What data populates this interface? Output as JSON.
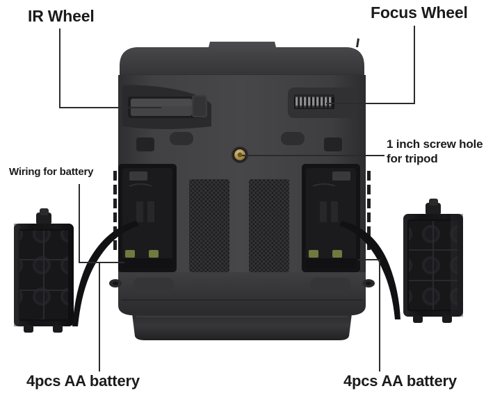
{
  "figure": {
    "title": "Night vision binocular rear view with battery compartments",
    "background_color": "#ffffff",
    "label_color": "#1b1b1b",
    "leader_line_color": "#2b2b2b"
  },
  "callouts": {
    "ir_wheel": {
      "text": "IR Wheel"
    },
    "focus_wheel": {
      "text": "Focus Wheel"
    },
    "screw_hole_line1": {
      "text": "1 inch screw hole"
    },
    "screw_hole_line2": {
      "text": "for tripod"
    },
    "wiring": {
      "text": "Wiring for battery"
    },
    "battery_left": {
      "text": "4pcs AA battery"
    },
    "battery_right": {
      "text": "4pcs AA battery"
    }
  },
  "device": {
    "body_color": "#3a3a3c",
    "body_color_dark": "#232325",
    "body_color_light": "#4a4a4d",
    "recess_color": "#1b1b1d",
    "screw_color": "#b89a52",
    "screw_highlight": "#d9c183",
    "grille_color": "#2c2c2e"
  },
  "battery_holders": {
    "left": {
      "color": "#1a1a1c",
      "cells": 6
    },
    "right": {
      "color": "#1a1a1c",
      "cells": 6
    }
  }
}
